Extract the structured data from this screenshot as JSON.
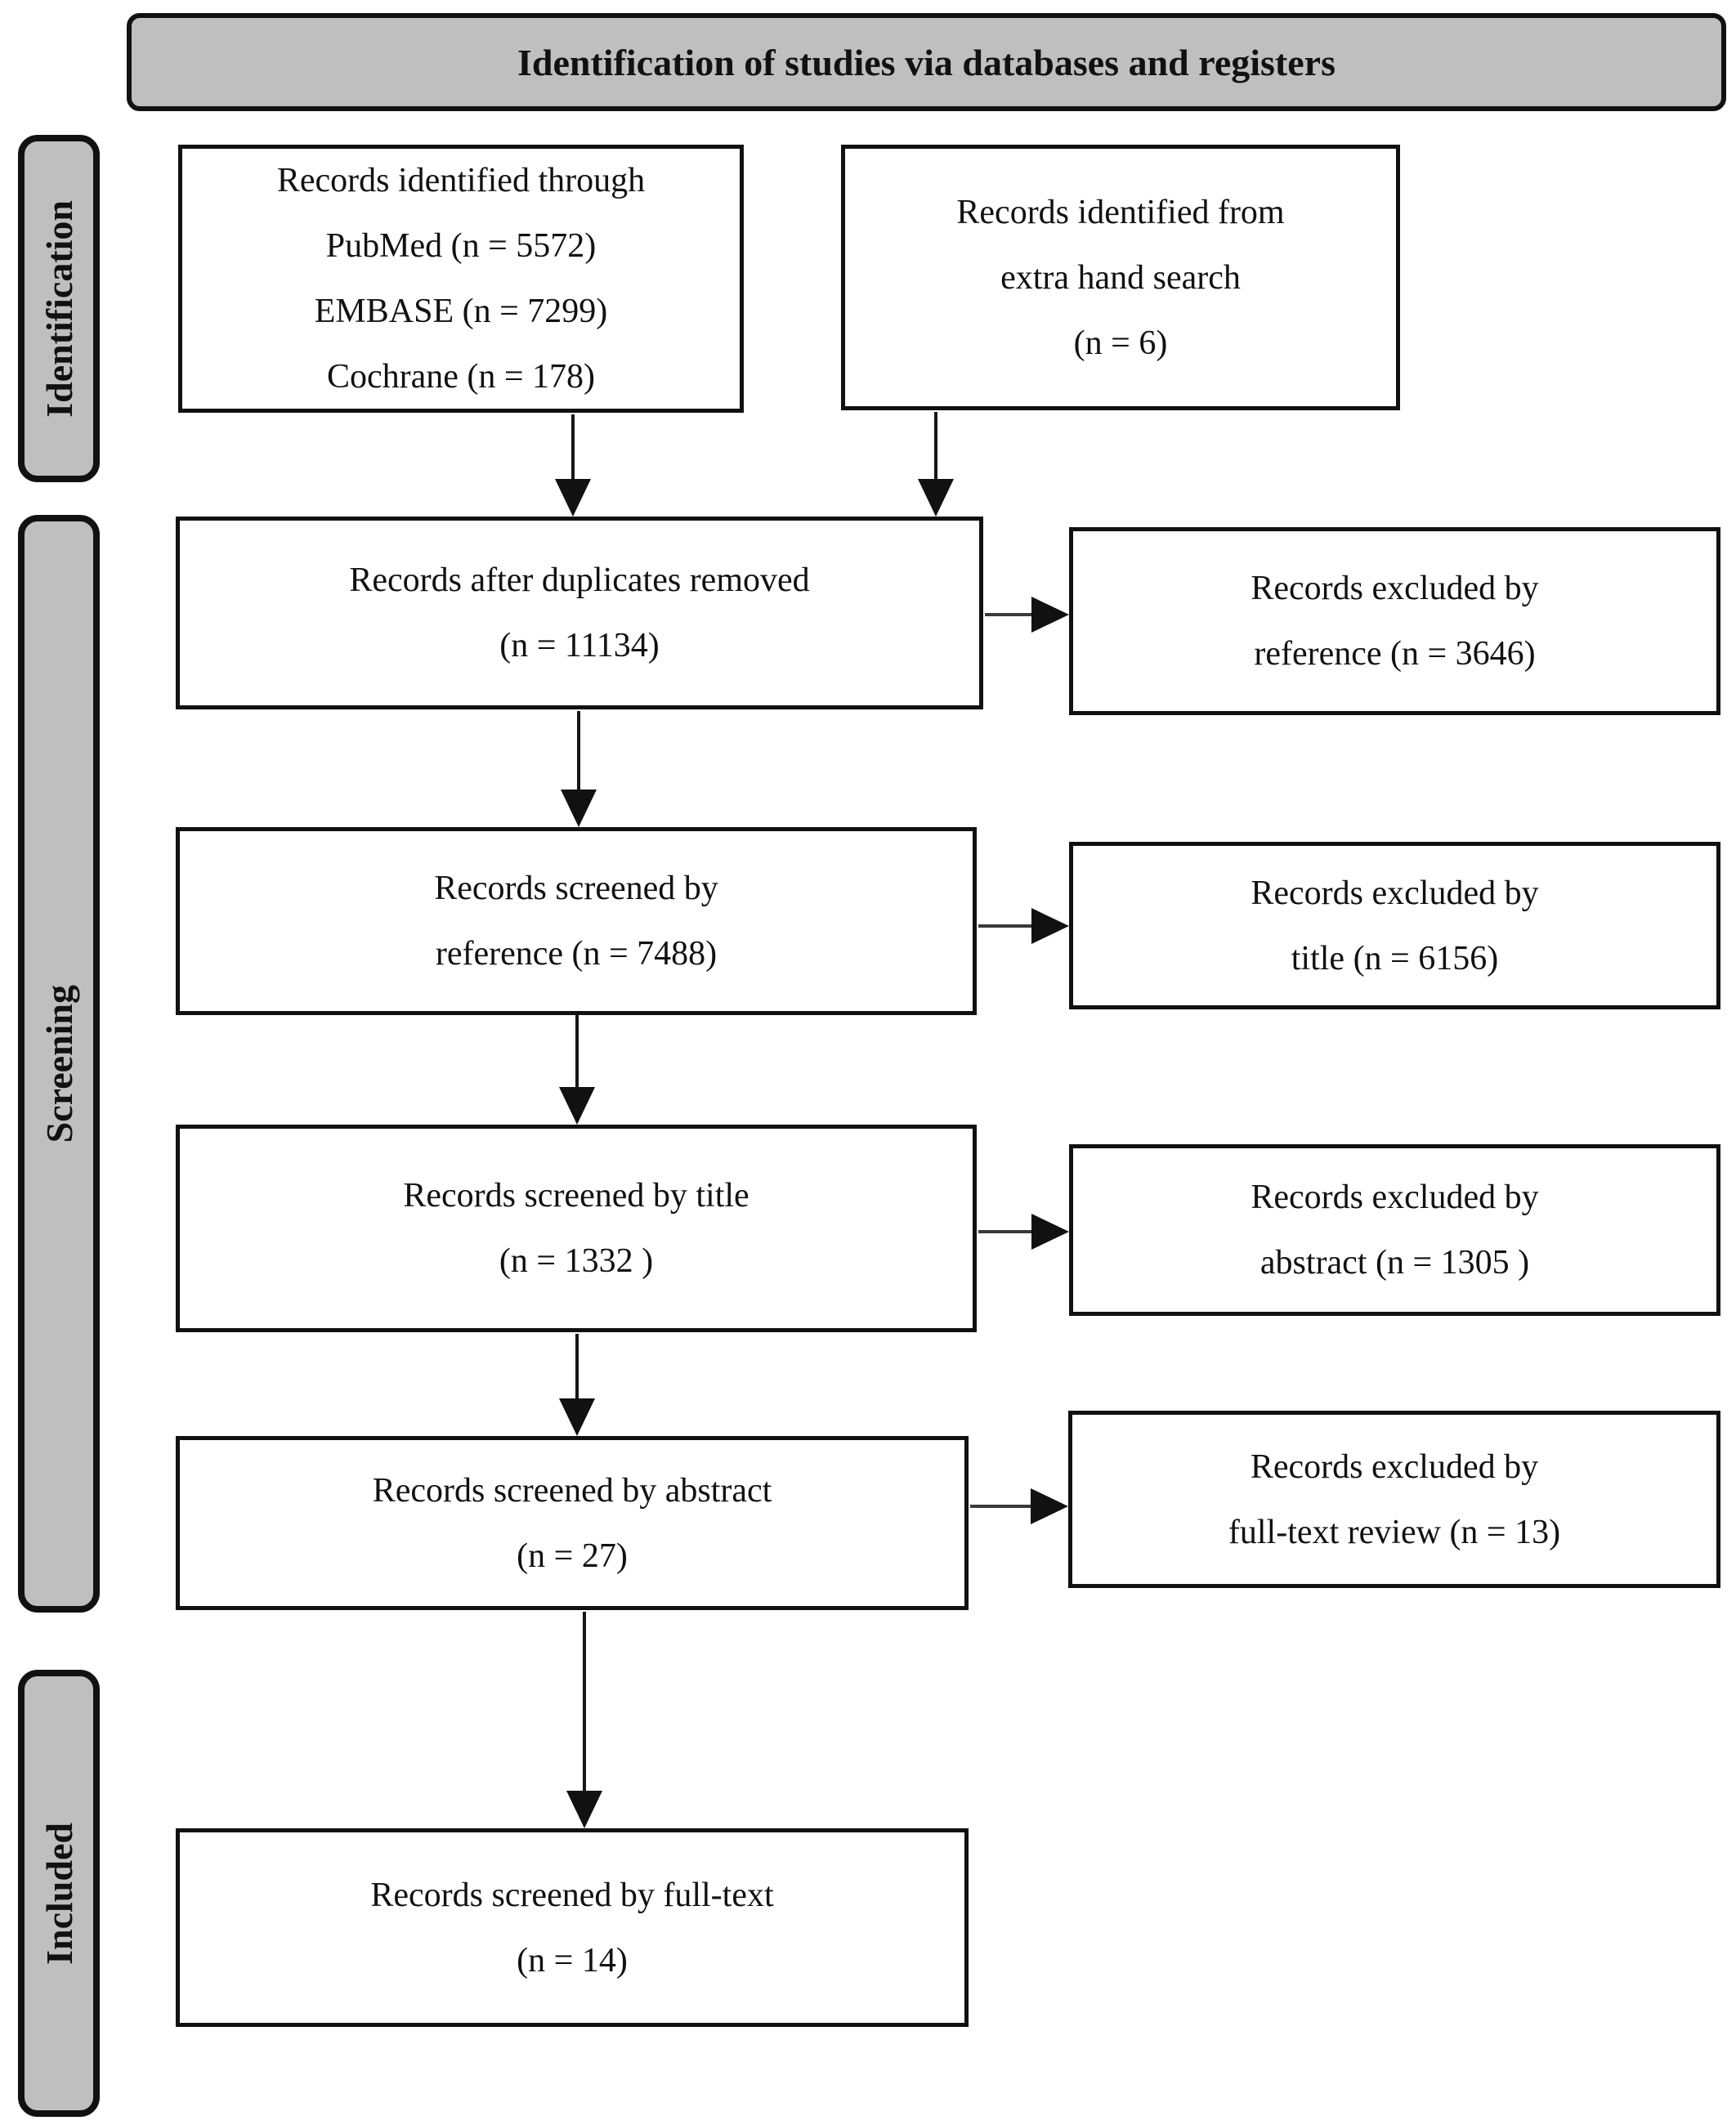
{
  "banner": {
    "title": "Identification of studies via databases and registers"
  },
  "sidebar": {
    "stages": [
      {
        "label": "Identification"
      },
      {
        "label": "Screening"
      },
      {
        "label": "Included"
      }
    ]
  },
  "flow": {
    "identified_databases": {
      "lines": [
        "Records identified through",
        "PubMed (n = 5572)",
        "EMBASE (n = 7299)",
        "Cochrane (n = 178)"
      ]
    },
    "identified_hand_search": {
      "lines": [
        "Records identified from",
        "extra hand search",
        "(n = 6)"
      ]
    },
    "duplicates_removed": {
      "lines": [
        "Records after duplicates removed",
        "(n = 11134)"
      ]
    },
    "screened_reference": {
      "lines": [
        "Records screened by",
        "reference (n = 7488)"
      ]
    },
    "screened_title": {
      "lines": [
        "Records screened by title",
        "(n = 1332 )"
      ]
    },
    "screened_abstract": {
      "lines": [
        "Records screened by abstract",
        "(n = 27)"
      ]
    },
    "screened_fulltext": {
      "lines": [
        "Records screened by full-text",
        "(n = 14)"
      ]
    },
    "excluded_reference": {
      "lines": [
        "Records excluded by",
        "reference (n = 3646)"
      ]
    },
    "excluded_title": {
      "lines": [
        "Records excluded by",
        "title (n = 6156)"
      ]
    },
    "excluded_abstract": {
      "lines": [
        "Records excluded by",
        "abstract (n = 1305 )"
      ]
    },
    "excluded_fulltext": {
      "lines": [
        "Records excluded by",
        "full-text review (n = 13)"
      ]
    }
  },
  "colors": {
    "band_fill": "#bfbfbf",
    "border": "#111111",
    "background": "#ffffff"
  }
}
